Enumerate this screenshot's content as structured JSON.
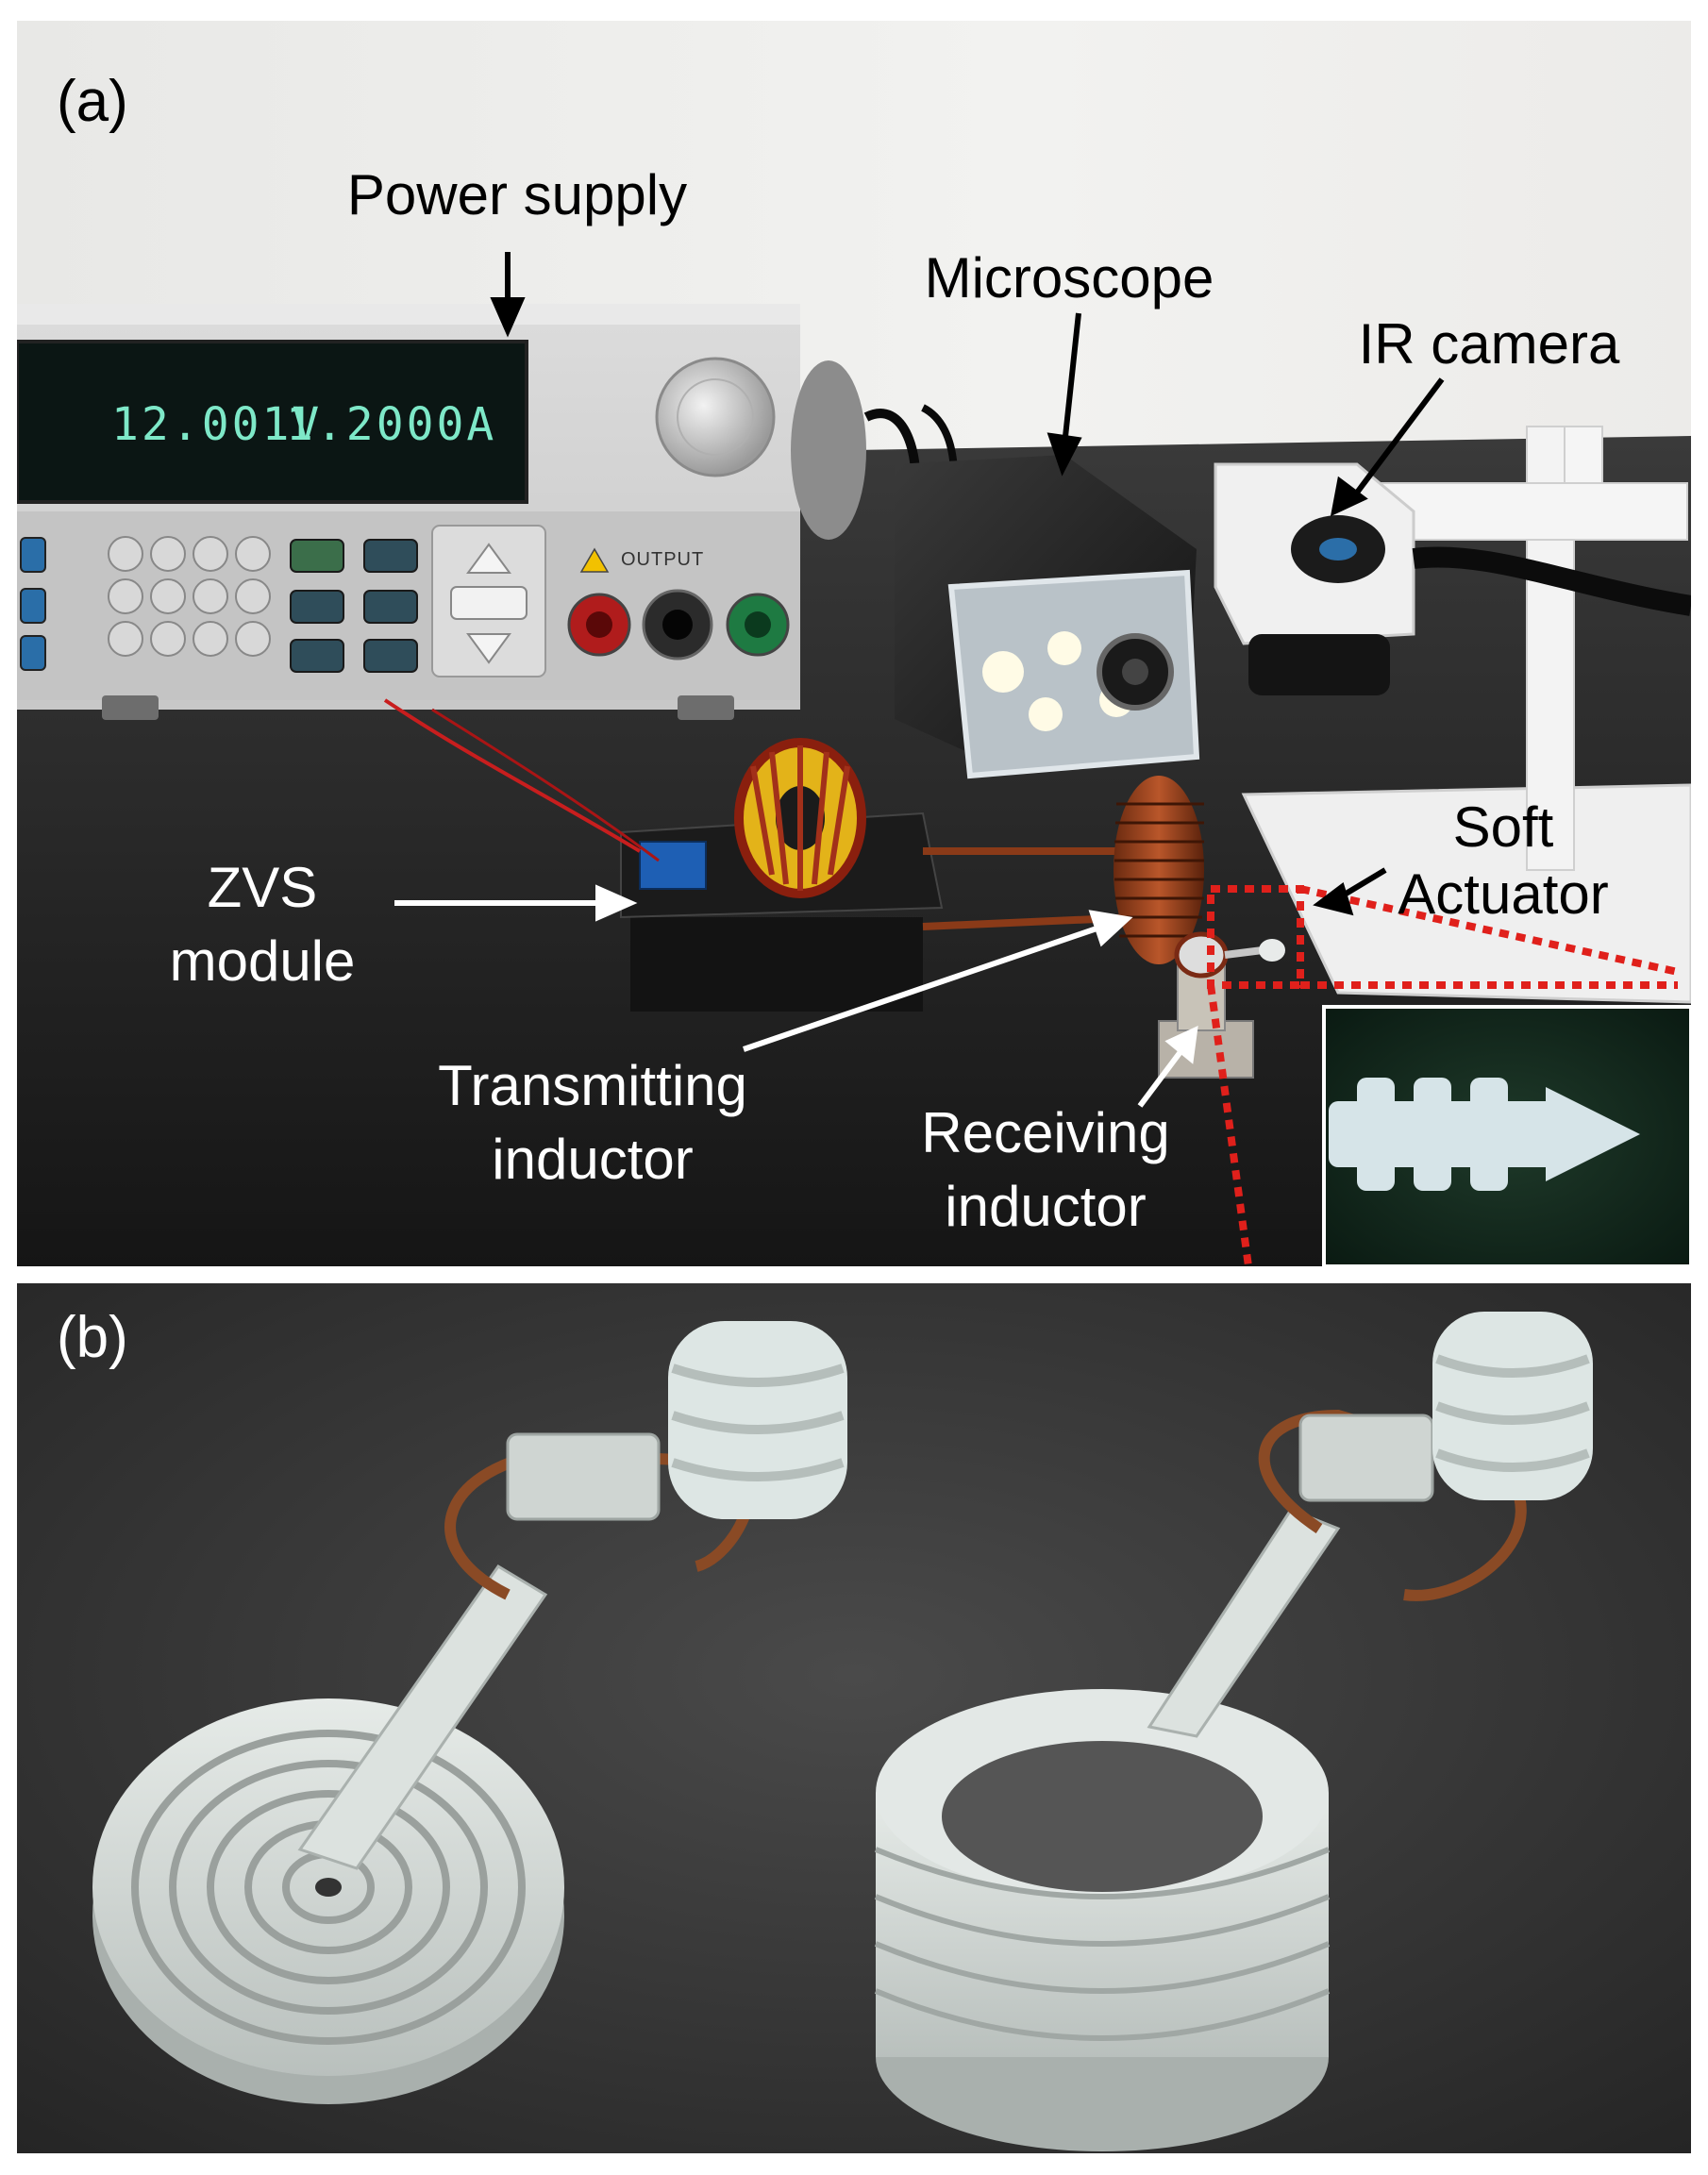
{
  "figure": {
    "panel_a": {
      "letter": "(a)",
      "labels": {
        "power_supply": "Power supply",
        "microscope": "Microscope",
        "ir_camera": "IR camera",
        "soft_actuator": "Soft\nActuator",
        "zvs_module": "ZVS\nmodule",
        "transmitting_inductor": "Transmitting\ninductor",
        "receiving_inductor": "Receiving\ninductor"
      },
      "power_supply_display": {
        "voltage": "12.001V",
        "current": "1.2000A",
        "output_label": "OUTPUT"
      }
    },
    "panel_b": {
      "letter": "(b)"
    }
  },
  "colors": {
    "annotation_inset": "#e0201b",
    "label_text": "#000000",
    "label_text_on_dark": "#ffffff"
  }
}
